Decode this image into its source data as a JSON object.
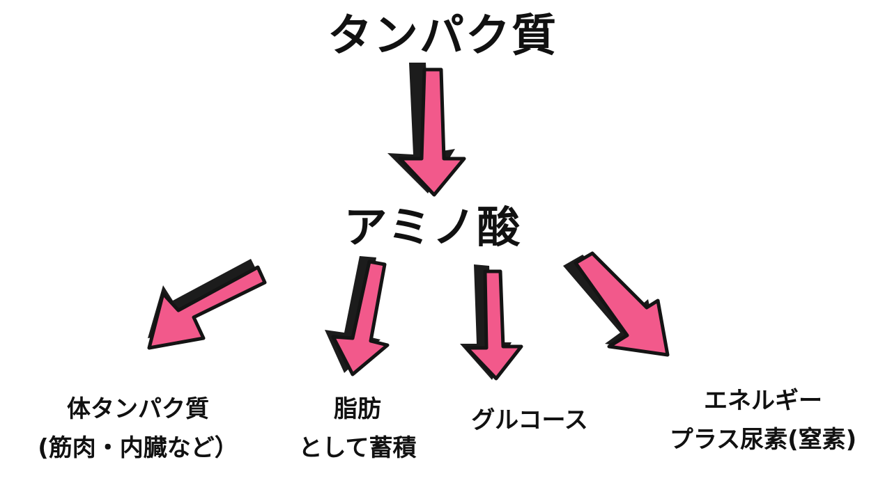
{
  "diagram": {
    "root": {
      "label": "タンパク質"
    },
    "middle": {
      "label": "アミノ酸"
    },
    "outcomes": {
      "body_protein": {
        "line1": "体タンパク質",
        "line2": "(筋肉・内臓など）"
      },
      "fat": {
        "line1": "脂肪",
        "line2": "として蓄積"
      },
      "glucose": {
        "line1": "グルコース"
      },
      "energy": {
        "line1": "エネルギー",
        "line2": "プラス尿素(窒素)"
      }
    }
  },
  "colors": {
    "arrow_fill": "#f2598b",
    "arrow_outline": "#141414",
    "arrow_shadow": "#1c1c1c",
    "text": "#111111",
    "background": "#ffffff"
  }
}
